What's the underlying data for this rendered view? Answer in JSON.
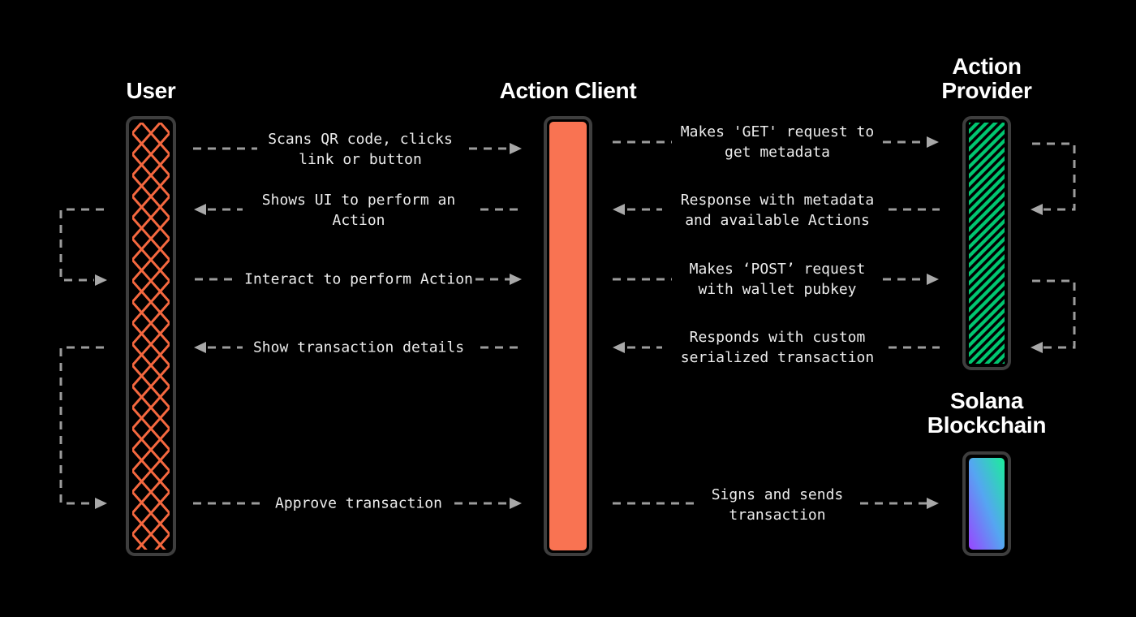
{
  "colors": {
    "background": "#000000",
    "title_text": "#FFFFFF",
    "message_text": "#ECECEC",
    "connector": "#9C9C9C",
    "arrowhead": "#A8A8A8",
    "bar_border": "#3E3E3E",
    "user_lattice": "#F5683F",
    "client_fill": "#F97352",
    "provider_stripes": "#00C670",
    "solana_gradient": [
      "#9945FF",
      "#55A6F1",
      "#1BEE9A"
    ]
  },
  "actors": {
    "user": {
      "title": "User"
    },
    "client": {
      "title": "Action Client"
    },
    "provider": {
      "title": "Action\nProvider"
    },
    "solana": {
      "title": "Solana\nBlockchain"
    }
  },
  "messages": {
    "user_client": [
      {
        "text": "Scans QR code, clicks\nlink or button",
        "direction": "right"
      },
      {
        "text": "Shows UI to perform an\nAction",
        "direction": "left"
      },
      {
        "text": "Interact to perform Action",
        "direction": "right"
      },
      {
        "text": "Show transaction details",
        "direction": "left"
      },
      {
        "text": "Approve transaction",
        "direction": "right"
      }
    ],
    "client_provider": [
      {
        "text": "Makes 'GET' request to\nget metadata",
        "direction": "right"
      },
      {
        "text": "Response with metadata\nand available Actions",
        "direction": "left"
      },
      {
        "text": "Makes ‘POST’ request\nwith wallet pubkey",
        "direction": "right"
      },
      {
        "text": "Responds with custom\nserialized transaction",
        "direction": "left"
      },
      {
        "text": "Signs and sends\ntransaction",
        "direction": "right"
      }
    ]
  }
}
